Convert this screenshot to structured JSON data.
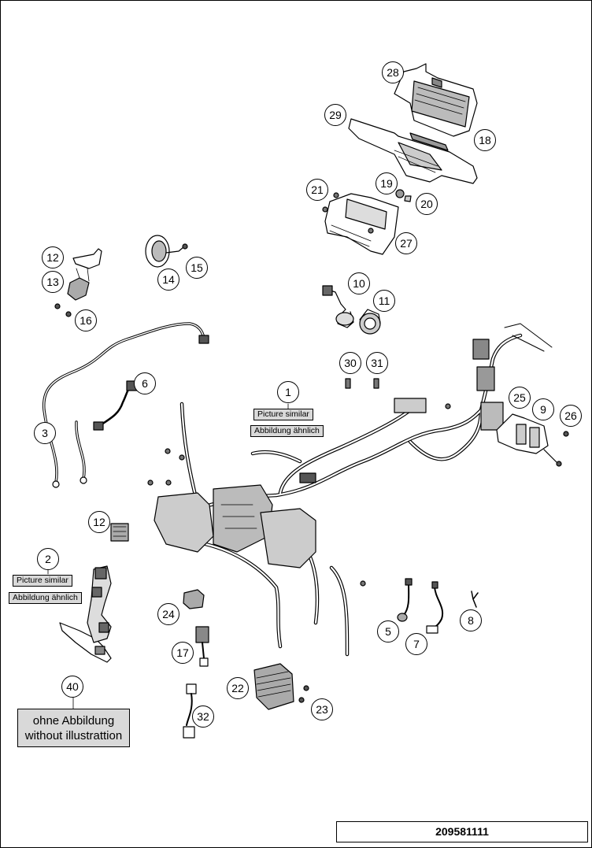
{
  "callouts": {
    "c28": "28",
    "c29": "29",
    "c18": "18",
    "c21": "21",
    "c19": "19",
    "c20": "20",
    "c27": "27",
    "c12a": "12",
    "c13": "13",
    "c16": "16",
    "c14": "14",
    "c15": "15",
    "c10": "10",
    "c11": "11",
    "c30": "30",
    "c31": "31",
    "c6": "6",
    "c1": "1",
    "c3": "3",
    "c25": "25",
    "c9": "9",
    "c26": "26",
    "c12b": "12",
    "c2": "2",
    "c24": "24",
    "c17": "17",
    "c5": "5",
    "c7": "7",
    "c8": "8",
    "c22": "22",
    "c23": "23",
    "c32": "32",
    "c40": "40"
  },
  "notes": {
    "picture_similar": "Picture similar",
    "abbildung_aehnlich": "Abbildung ähnlich",
    "without_label_de": "ohne Abbildung",
    "without_label_en": "without illustrattion"
  },
  "reference_number": "209581111"
}
